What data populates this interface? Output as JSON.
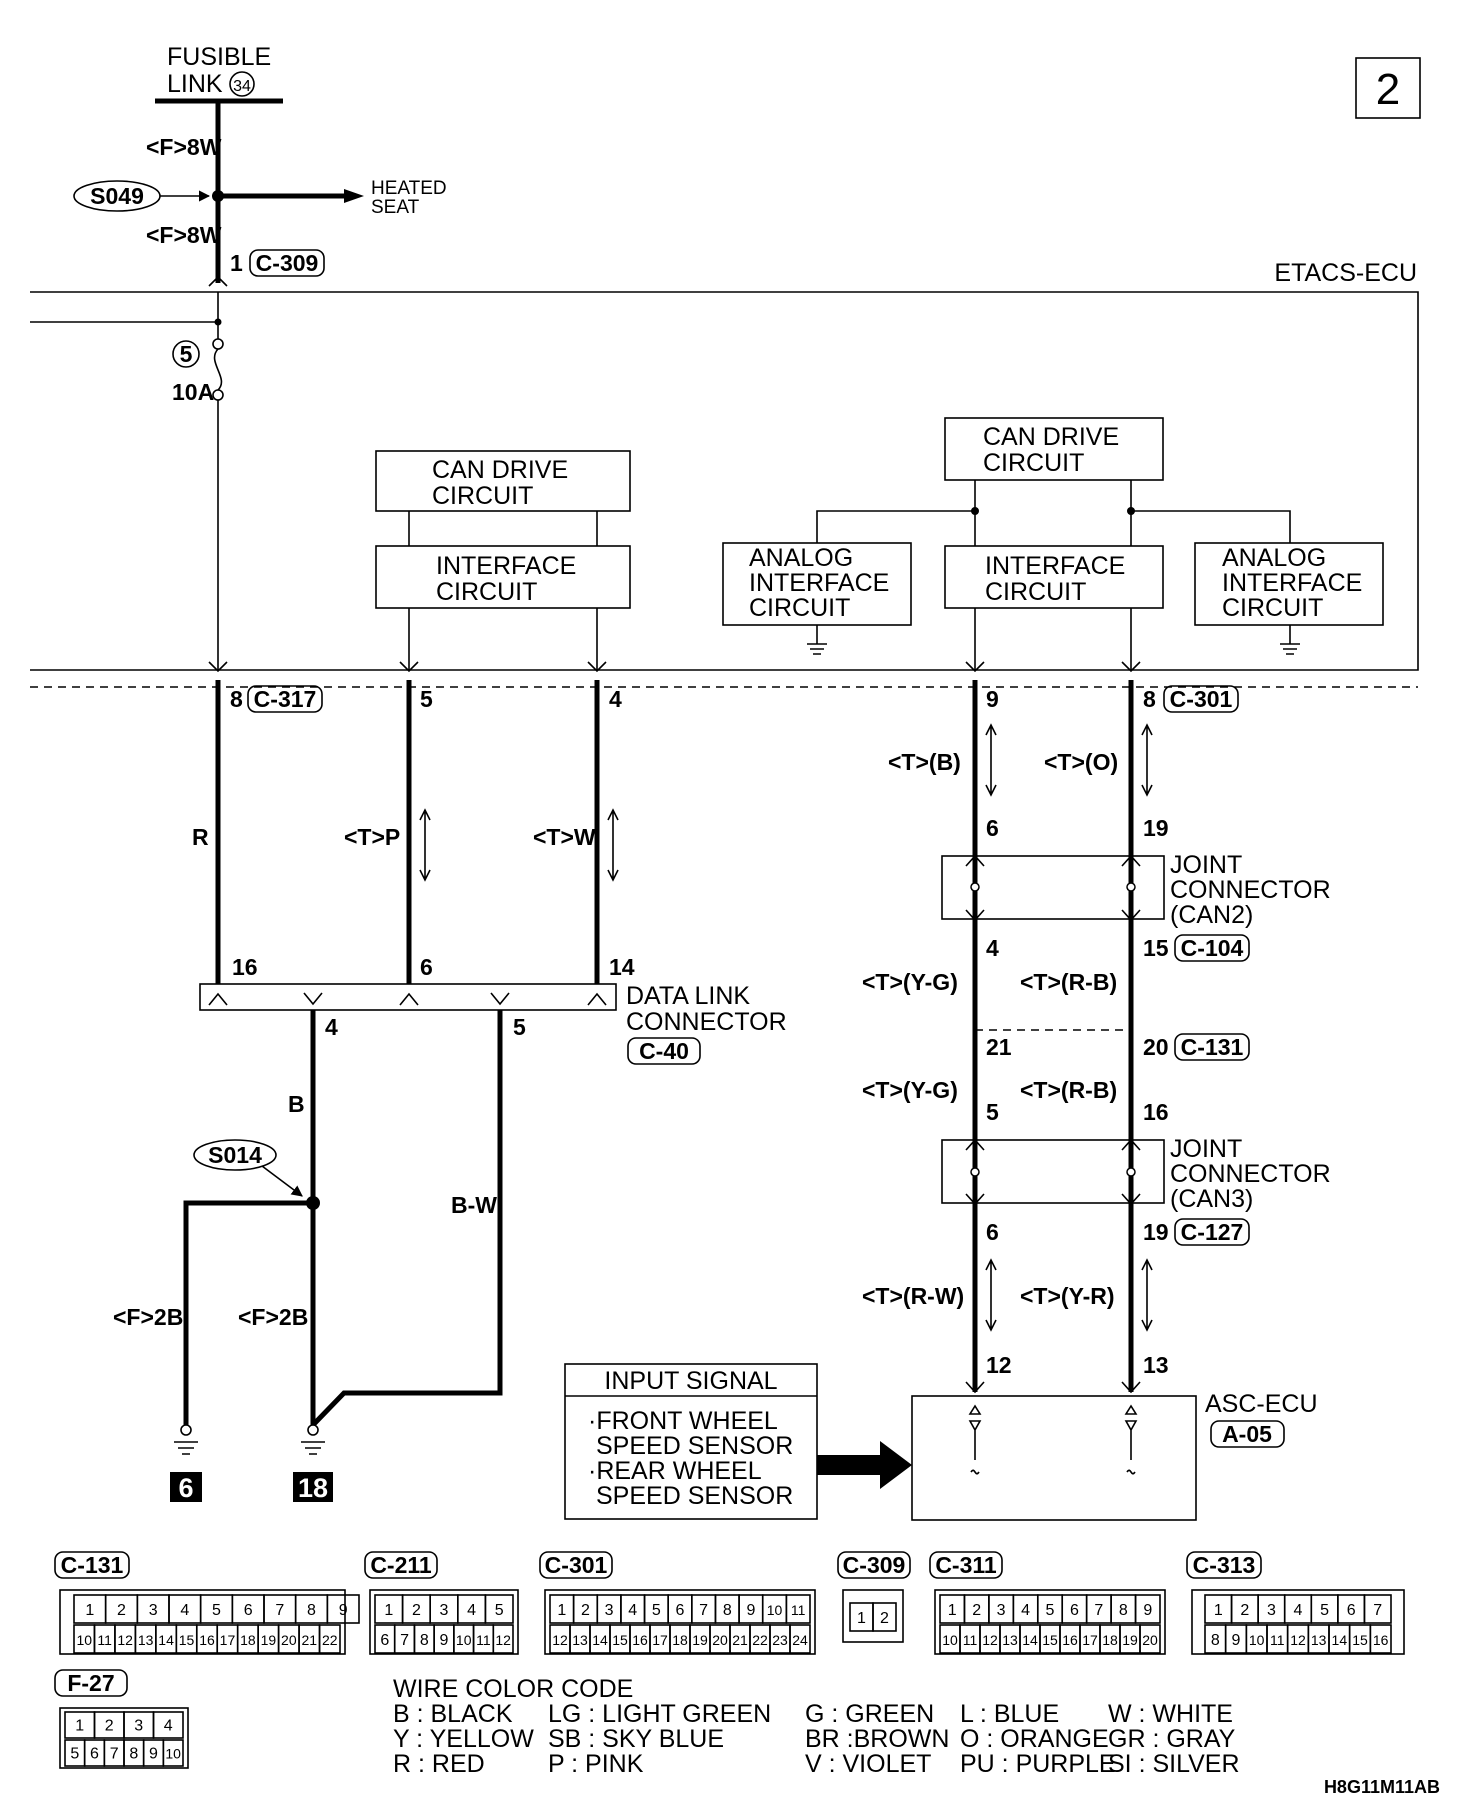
{
  "page_number": "2",
  "fusible_link": {
    "line1": "FUSIBLE",
    "line2": "LINK",
    "number": "34"
  },
  "splices": {
    "s049": "S049",
    "s014": "S014"
  },
  "heated_seat": {
    "line1": "HEATED",
    "line2": "SEAT"
  },
  "ecu_title": "ETACS-ECU",
  "fuse": {
    "number": "5",
    "rating": "10A"
  },
  "blocks": {
    "can_left": [
      "CAN DRIVE",
      "CIRCUIT"
    ],
    "if_left": [
      "INTERFACE",
      "CIRCUIT"
    ],
    "can_right": [
      "CAN DRIVE",
      "CIRCUIT"
    ],
    "if_right": [
      "INTERFACE",
      "CIRCUIT"
    ],
    "analog_left": [
      "ANALOG",
      "INTERFACE",
      "CIRCUIT"
    ],
    "analog_right": [
      "ANALOG",
      "INTERFACE",
      "CIRCUIT"
    ]
  },
  "connectors": {
    "c309": "C-309",
    "c317": "C-317",
    "c301": "C-301",
    "c104": "C-104",
    "c131": "C-131",
    "c127": "C-127",
    "c40": "C-40",
    "a05": "A-05"
  },
  "wires": {
    "f8w_top": "<F>8W",
    "f8w_bottom": "<F>8W",
    "r": "R",
    "tp": "<T>P",
    "tw": "<T>W",
    "b": "B",
    "bw": "B-W",
    "f2b_left": "<F>2B",
    "f2b_right": "<F>2B",
    "tb": "<T>(B)",
    "to": "<T>(O)",
    "tyg1": "<T>(Y-G)",
    "trb1": "<T>(R-B)",
    "tyg2": "<T>(Y-G)",
    "trb2": "<T>(R-B)",
    "trw": "<T>(R-W)",
    "tyr": "<T>(Y-R)"
  },
  "pins": {
    "p1": "1",
    "p8a": "8",
    "p5a": "5",
    "p4a": "4",
    "p9": "9",
    "p8b": "8",
    "p6a": "6",
    "p19a": "19",
    "p16a": "16",
    "p6b": "6",
    "p14": "14",
    "p4b": "4",
    "p5b": "5",
    "p4c": "4",
    "p15": "15",
    "p21": "21",
    "p20": "20",
    "p5c": "5",
    "p16b": "16",
    "p6c": "6",
    "p19b": "19",
    "p12": "12",
    "p13": "13"
  },
  "joint_can2": [
    "JOINT",
    "CONNECTOR",
    "(CAN2)"
  ],
  "joint_can3": [
    "JOINT",
    "CONNECTOR",
    "(CAN3)"
  ],
  "dlc": {
    "line1": "DATA LINK",
    "line2": "CONNECTOR"
  },
  "input_signal": {
    "title": "INPUT SIGNAL",
    "lines": [
      "·FRONT WHEEL",
      "SPEED SENSOR",
      "·REAR WHEEL",
      "SPEED SENSOR"
    ]
  },
  "asc_ecu": "ASC-ECU",
  "grounds": {
    "g6": "6",
    "g18": "18"
  },
  "connector_views": {
    "c131": {
      "label": "C-131",
      "row1": [
        "1",
        "2",
        "3",
        "4",
        "5",
        "6",
        "7",
        "8",
        "9"
      ],
      "row2": [
        "10",
        "11",
        "12",
        "13",
        "14",
        "15",
        "16",
        "17",
        "18",
        "19",
        "20",
        "21",
        "22"
      ]
    },
    "c211": {
      "label": "C-211",
      "row1": [
        "1",
        "2",
        "3",
        "4",
        "5"
      ],
      "row2": [
        "6",
        "7",
        "8",
        "9",
        "10",
        "11",
        "12"
      ]
    },
    "c301": {
      "label": "C-301",
      "row1": [
        "1",
        "2",
        "3",
        "4",
        "5",
        "6",
        "7",
        "8",
        "9",
        "10",
        "11"
      ],
      "row2": [
        "12",
        "13",
        "14",
        "15",
        "16",
        "17",
        "18",
        "19",
        "20",
        "21",
        "22",
        "23",
        "24"
      ]
    },
    "c309": {
      "label": "C-309",
      "row1": [
        "1",
        "2"
      ]
    },
    "c311": {
      "label": "C-311",
      "row1": [
        "1",
        "2",
        "3",
        "4",
        "5",
        "6",
        "7",
        "8",
        "9"
      ],
      "row2": [
        "10",
        "11",
        "12",
        "13",
        "14",
        "15",
        "16",
        "17",
        "18",
        "19",
        "20"
      ]
    },
    "c313": {
      "label": "C-313",
      "row1": [
        "1",
        "2",
        "3",
        "4",
        "5",
        "6",
        "7"
      ],
      "row2": [
        "8",
        "9",
        "10",
        "11",
        "12",
        "13",
        "14",
        "15",
        "16"
      ]
    },
    "f27": {
      "label": "F-27",
      "row1": [
        "1",
        "2",
        "3",
        "4"
      ],
      "row2": [
        "5",
        "6",
        "7",
        "8",
        "9",
        "10"
      ]
    }
  },
  "wire_color_code": {
    "title": "WIRE COLOR CODE",
    "rows": [
      [
        "B : BLACK",
        "LG : LIGHT GREEN",
        "G : GREEN",
        "L : BLUE",
        "W : WHITE"
      ],
      [
        "Y : YELLOW",
        "SB : SKY BLUE",
        "BR :BROWN",
        "O : ORANGE",
        "GR : GRAY"
      ],
      [
        "R : RED",
        "P : PINK",
        "V : VIOLET",
        "PU : PURPLE",
        "SI : SILVER"
      ]
    ]
  },
  "figure_code": "H8G11M11AB"
}
